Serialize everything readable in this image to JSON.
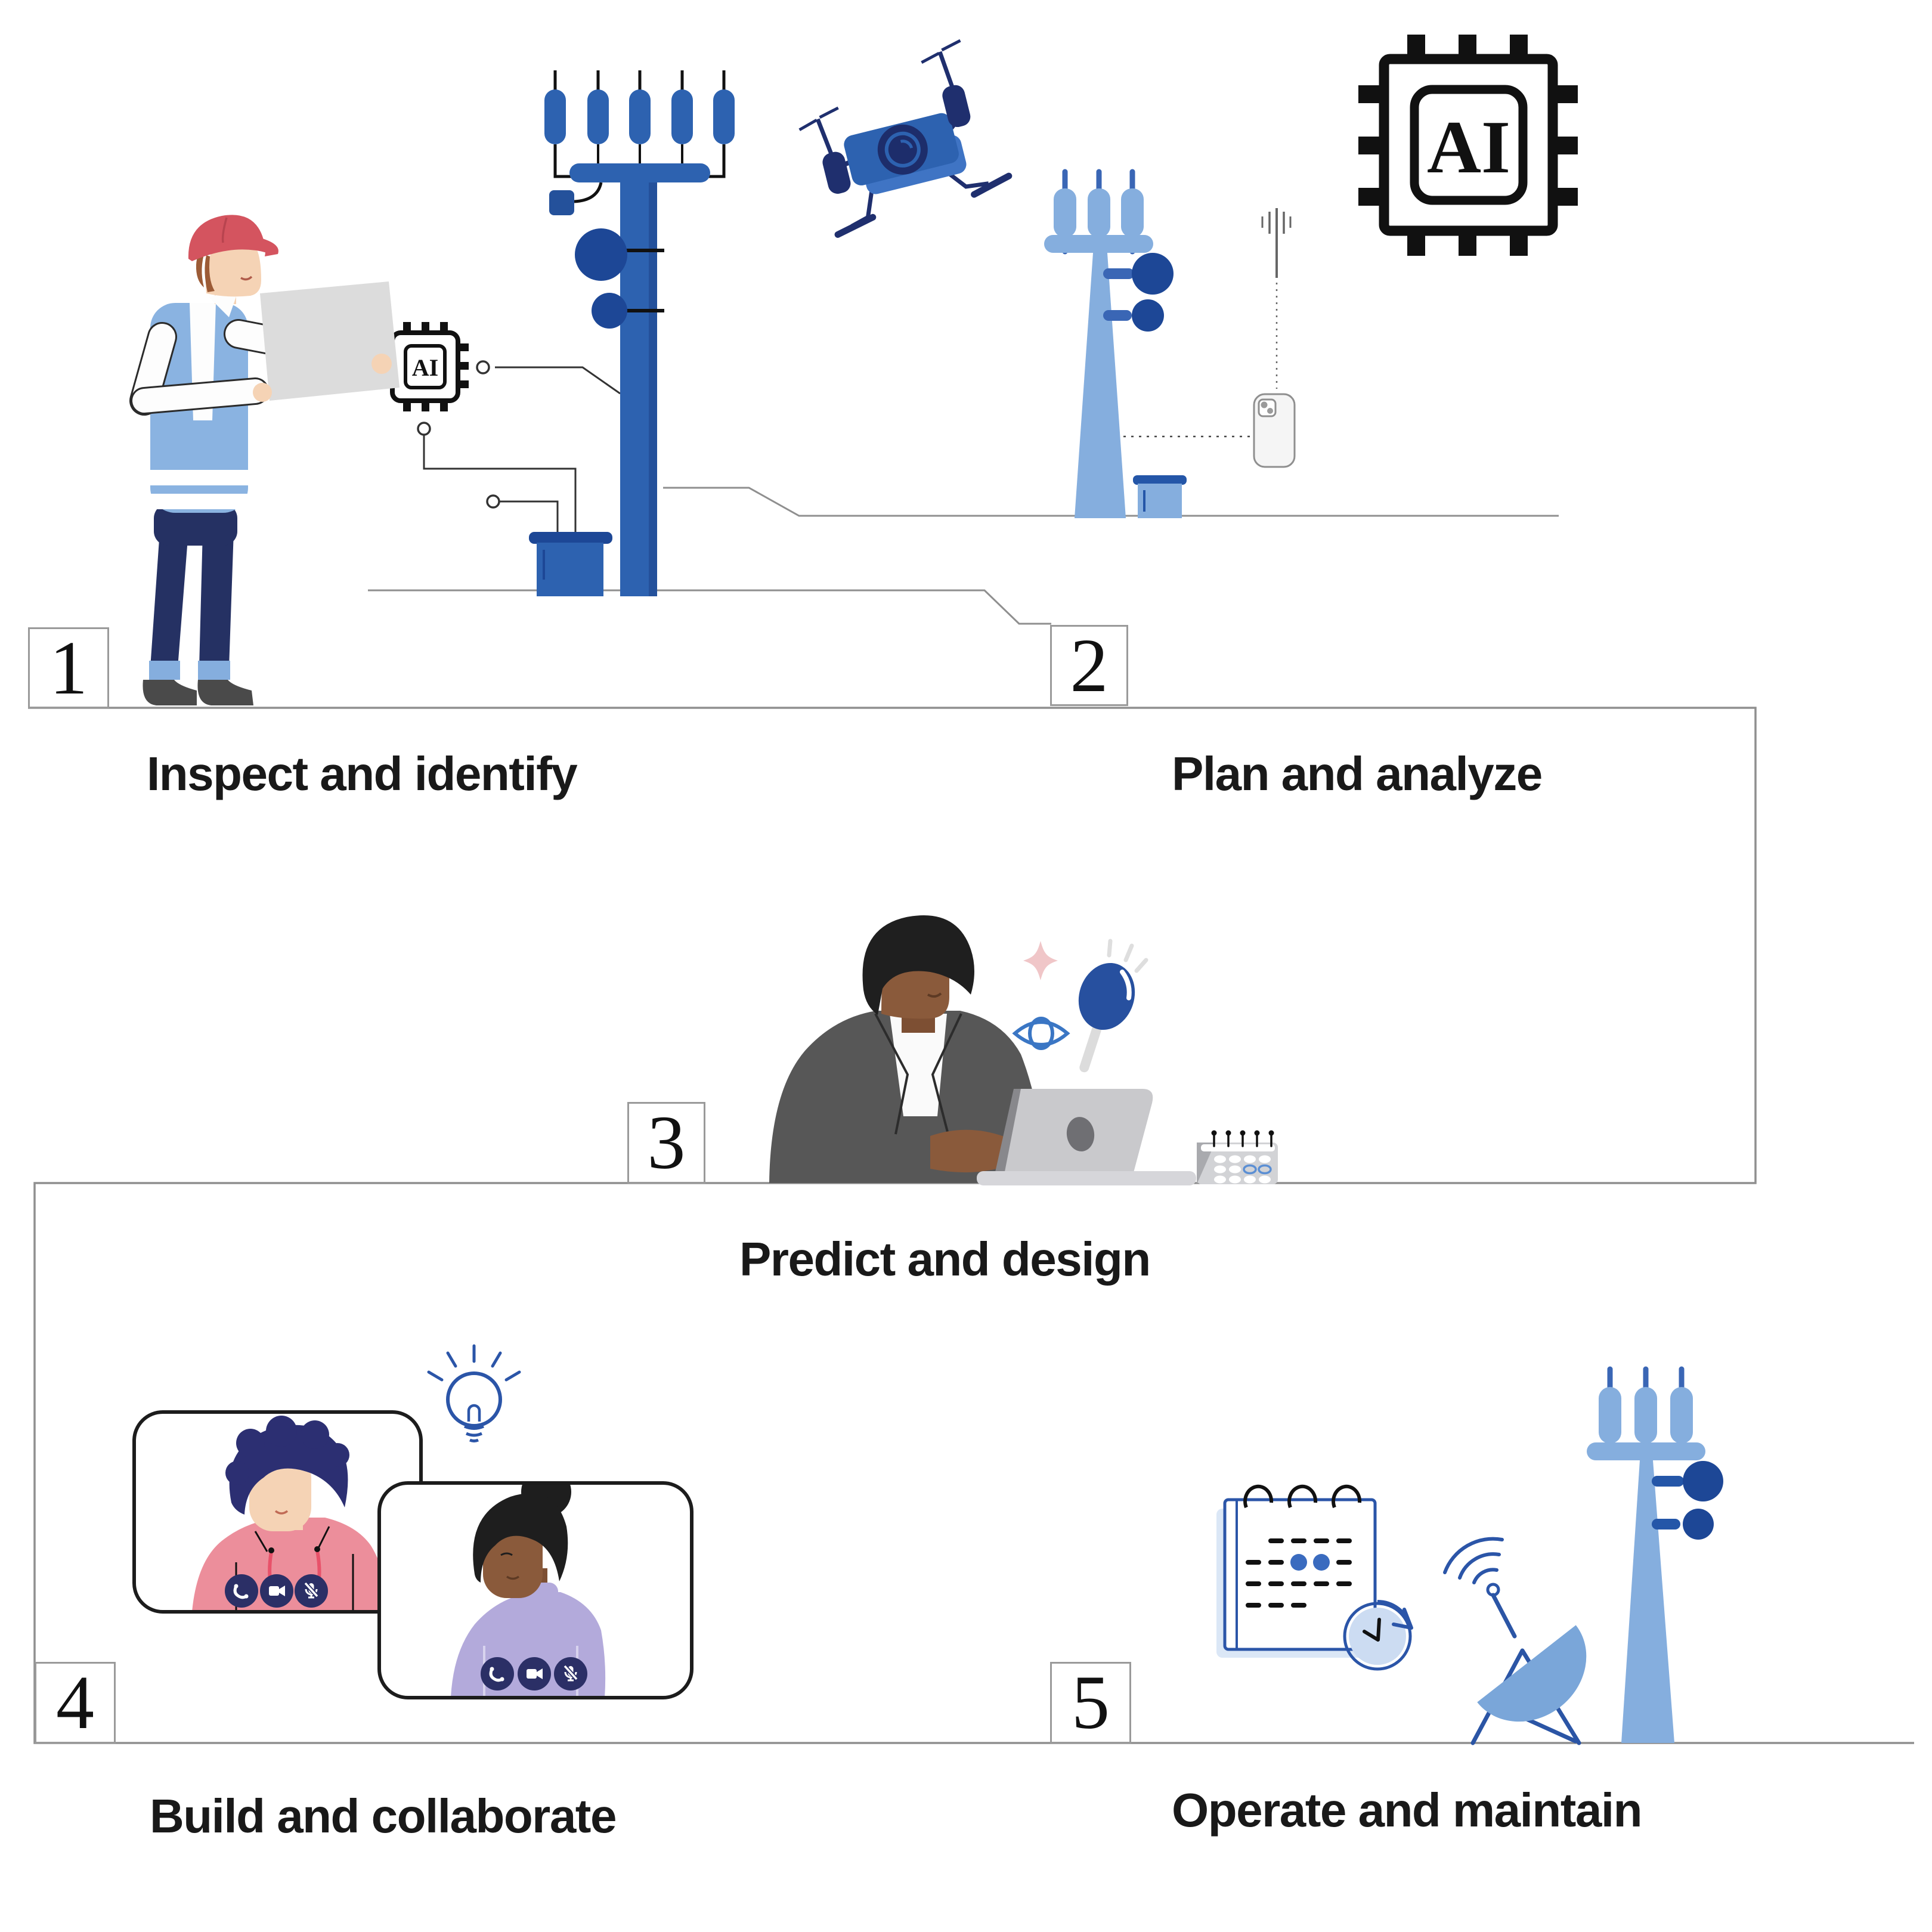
{
  "steps": [
    {
      "number": "1",
      "label": "Inspect and identify"
    },
    {
      "number": "2",
      "label": "Plan and analyze"
    },
    {
      "number": "3",
      "label": "Predict and design"
    },
    {
      "number": "4",
      "label": "Build and collaborate"
    },
    {
      "number": "5",
      "label": "Operate and maintain"
    }
  ],
  "ai_chip": {
    "label": "AI"
  },
  "colors": {
    "medium_blue": "#2d62b0",
    "medium_blue_shade": "#24519b",
    "light_blue": "#85aede",
    "dark_navy": "#1d4796",
    "ink_navy": "#232f63",
    "button_navy": "#2b2f66",
    "outline_blue": "#2b55a8",
    "dish_blue": "#7aa6d9",
    "line_grey": "#8f8f8f",
    "text_black": "#191919",
    "hat_red": "#d4545f",
    "hoodie_pink": "#ec8e9b",
    "string_red": "#e8526a",
    "sweater_purple": "#b3aadb",
    "skin_light": "#f5d3b5",
    "skin_dark": "#8a5a3b",
    "paper_grey": "#dcdcdc",
    "laptop_grey": "#c9c9cc",
    "sparkle_pink": "#f0c6c8",
    "shadow_blue": "#dbe7f6"
  }
}
